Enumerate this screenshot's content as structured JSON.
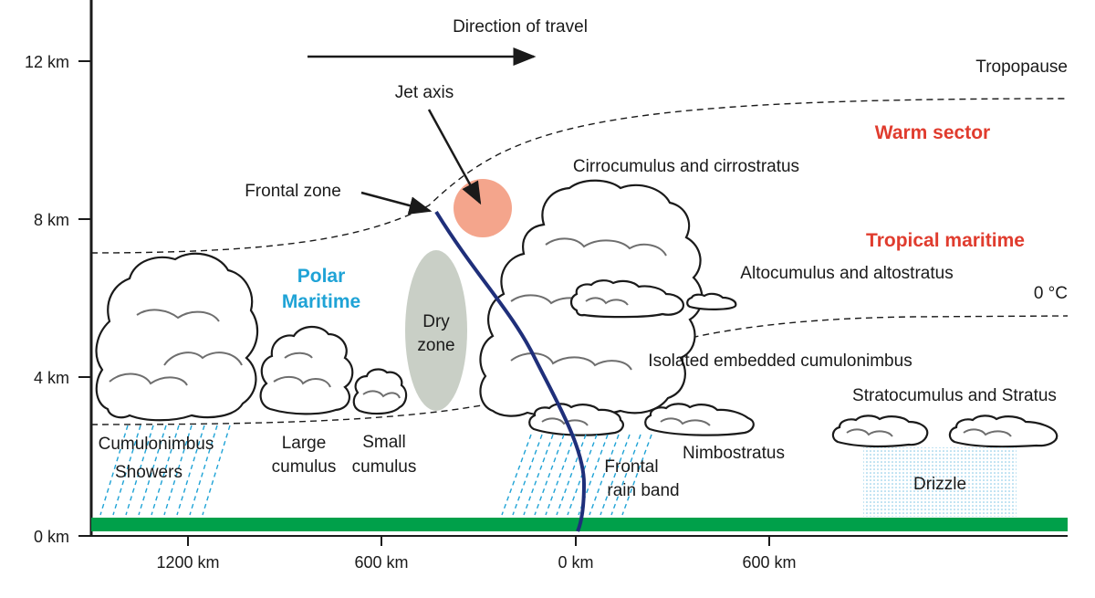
{
  "axes": {
    "y_ticks": [
      "12 km",
      "8 km",
      "4 km",
      "0 km"
    ],
    "x_ticks": [
      "1200 km",
      "600 km",
      "0 km",
      "600 km"
    ]
  },
  "labels": {
    "direction": "Direction of travel",
    "tropopause": "Tropopause",
    "jet_axis": "Jet axis",
    "warm_sector": "Warm sector",
    "cirro": "Cirrocumulus and cirrostratus",
    "frontal_zone": "Frontal zone",
    "tropical_maritime": "Tropical maritime",
    "polar_line1": "Polar",
    "polar_line2": "Maritime",
    "dry_line1": "Dry",
    "dry_line2": "zone",
    "alto": "Altocumulus and altostratus",
    "zero_c": "0 °C",
    "isolated": "Isolated embedded cumulonimbus",
    "strato": "Stratocumulus and Stratus",
    "cumulonimbus": "Cumulonimbus",
    "showers": "Showers",
    "large_line1": "Large",
    "large_line2": "cumulus",
    "small_line1": "Small",
    "small_line2": "cumulus",
    "nimbostratus": "Nimbostratus",
    "frontal_line1": "Frontal",
    "frontal_line2": "rain band",
    "drizzle": "Drizzle"
  },
  "colors": {
    "warm": "#e03c2e",
    "polar": "#1fa3d6",
    "front": "#1f2f7a",
    "ground": "#00a04a",
    "jet": "#f4a58c",
    "dry": "#c9cfc6"
  }
}
